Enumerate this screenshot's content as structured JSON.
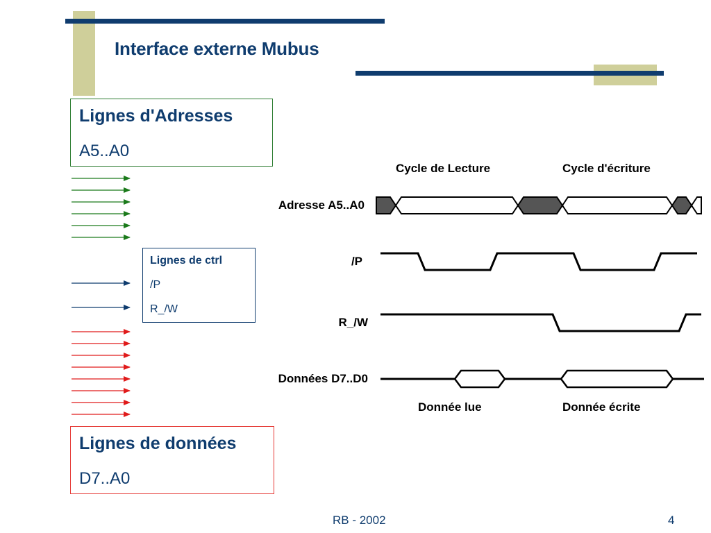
{
  "slide": {
    "title": "Interface externe Mubus",
    "footer": "RB - 2002",
    "page_number": "4"
  },
  "address_box": {
    "heading": "Lignes d'Adresses",
    "range": "A5..A0"
  },
  "ctrl_box": {
    "heading": "Lignes de ctrl",
    "line1": "/P",
    "line2": "R_/W"
  },
  "data_box": {
    "heading": "Lignes de données",
    "range": "D7..A0"
  },
  "timing": {
    "cycle_read": "Cycle de Lecture",
    "cycle_write": "Cycle d'écriture",
    "signals": {
      "address": "Adresse A5..A0",
      "p": "/P",
      "rw": "R_/W",
      "data": "Données D7..D0"
    },
    "data_read": "Donnée lue",
    "data_written": "Donnée écrite"
  },
  "colors": {
    "navy": "#0f3c6e",
    "khaki": "#cfcf9a",
    "address_lines": "#1b7a1b",
    "control_lines": "#0f3c6e",
    "data_lines": "#e01b1b",
    "bus_fill": "#555555"
  },
  "arrows": {
    "address_count": 6,
    "control_count": 2,
    "data_count": 8
  }
}
